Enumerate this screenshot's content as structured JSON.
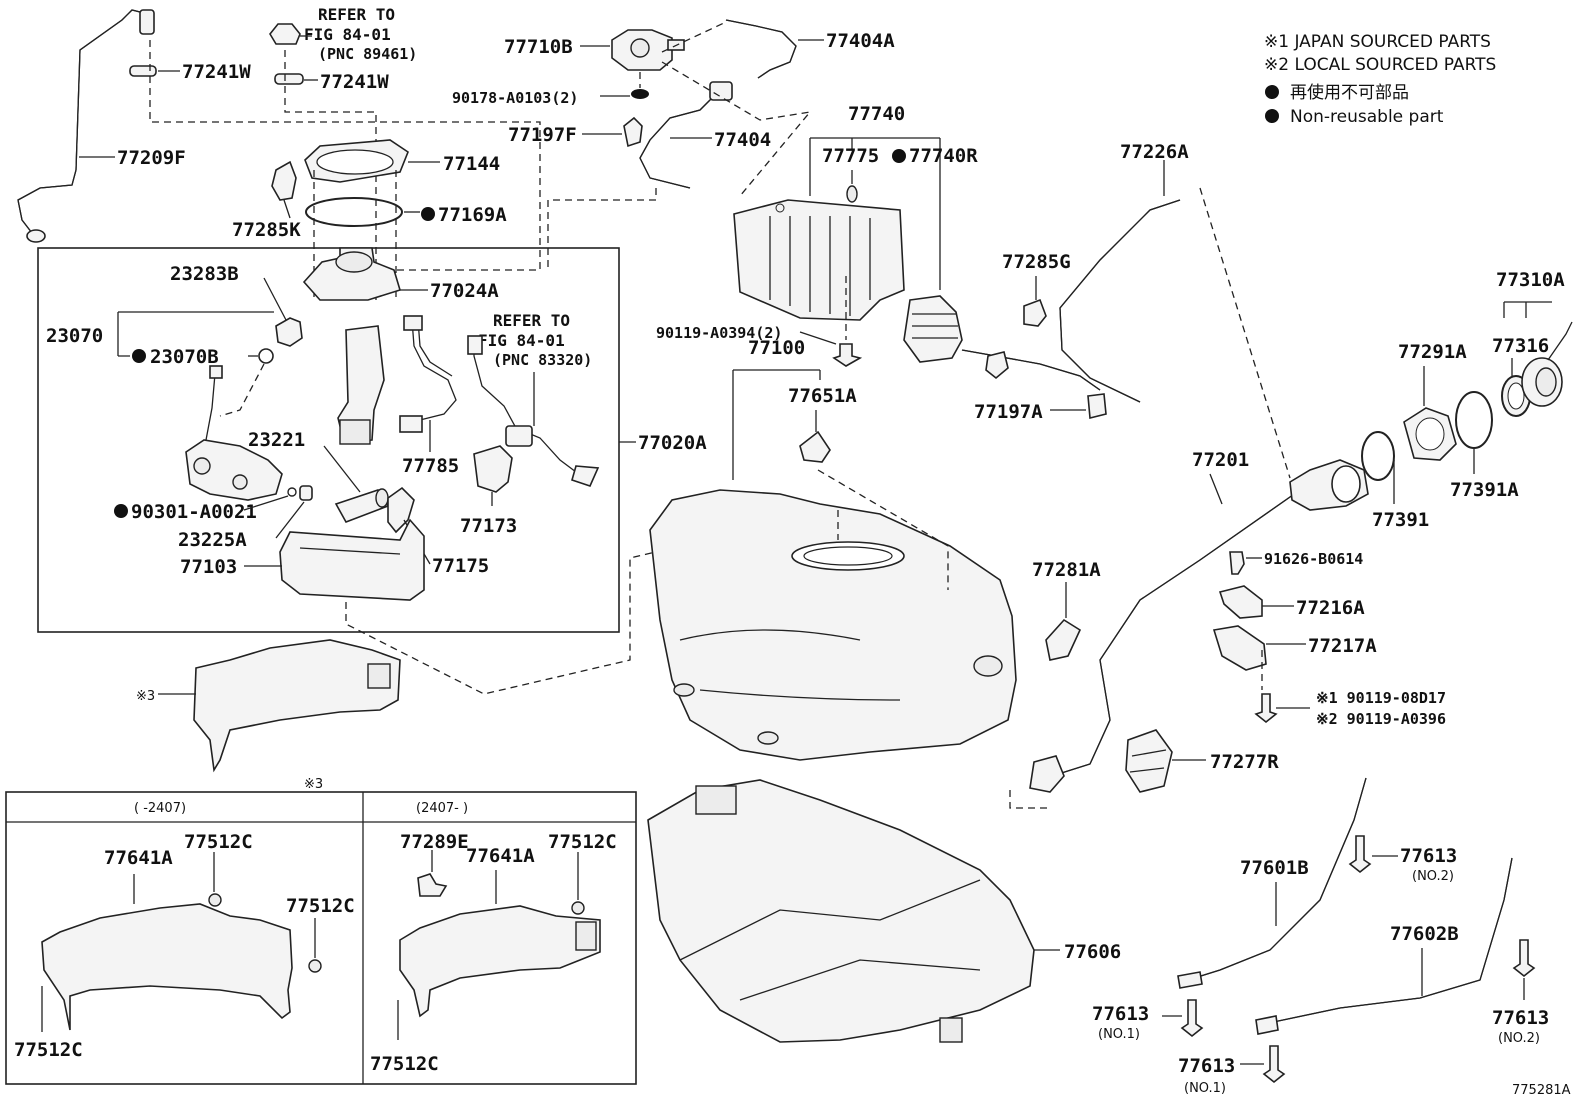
{
  "diagram": {
    "legend": {
      "note1": "※1 JAPAN SOURCED PARTS",
      "note2": "※2 LOCAL SOURCED PARTS",
      "note3": "再使用不可部品",
      "note4": "Non-reusable part"
    },
    "refs": {
      "ref1_line1": "REFER TO",
      "ref1_line2": "FIG 84-01",
      "ref1_line3": "(PNC 89461)",
      "ref2_line1": "REFER TO",
      "ref2_line2": "FIG 84-01",
      "ref2_line3": "(PNC 83320)"
    },
    "labels": {
      "p77241W_a": "77241W",
      "p77241W_b": "77241W",
      "p77209F": "77209F",
      "p77144": "77144",
      "p77285K": "77285K",
      "p77169A": "77169A",
      "p77024A": "77024A",
      "p23283B": "23283B",
      "p23070": "23070",
      "p23070B": "23070B",
      "p23221": "23221",
      "p90301": "90301-A0021",
      "p23225A": "23225A",
      "p77103": "77103",
      "p77175": "77175",
      "p77785": "77785",
      "p77173": "77173",
      "p77020A": "77020A",
      "p77710B": "77710B",
      "p90178": "90178-A0103(2)",
      "p77197F": "77197F",
      "p77404A": "77404A",
      "p77404": "77404",
      "p77740": "77740",
      "p77775": "77775",
      "p77740R": "77740R",
      "p90119a": "90119-A0394(2)",
      "p77100": "77100",
      "p77651A": "77651A",
      "p77226A": "77226A",
      "p77285G": "77285G",
      "p77197A": "77197A",
      "p77310A": "77310A",
      "p77316": "77316",
      "p77291A": "77291A",
      "p77391A": "77391A",
      "p77391": "77391",
      "p77201": "77201",
      "p91626": "91626-B0614",
      "p77216A": "77216A",
      "p77217A": "77217A",
      "p90119_1": "※1 90119-08D17",
      "p90119_2": "※2 90119-A0396",
      "p77281A": "77281A",
      "p77277R": "77277R",
      "p_x3a": "※3",
      "p_x3b": "※3",
      "p77606": "77606",
      "p77601B": "77601B",
      "p77602B": "77602B",
      "p77613_a": "77613",
      "p77613_a_sub": "(NO.2)",
      "p77613_b": "77613",
      "p77613_b_sub": "(NO.1)",
      "p77613_c": "77613",
      "p77613_c_sub": "(NO.1)",
      "p77613_d": "77613",
      "p77613_d_sub": "(NO.2)",
      "left_header": "(      -2407)",
      "right_header": "(2407-      )",
      "l_77641A": "77641A",
      "l_77512C_a": "77512C",
      "l_77512C_b": "77512C",
      "l_77512C_c": "77512C",
      "r_77289E": "77289E",
      "r_77641A": "77641A",
      "r_77512C_a": "77512C",
      "r_77512C_b": "77512C",
      "figure_id": "775281A"
    }
  }
}
